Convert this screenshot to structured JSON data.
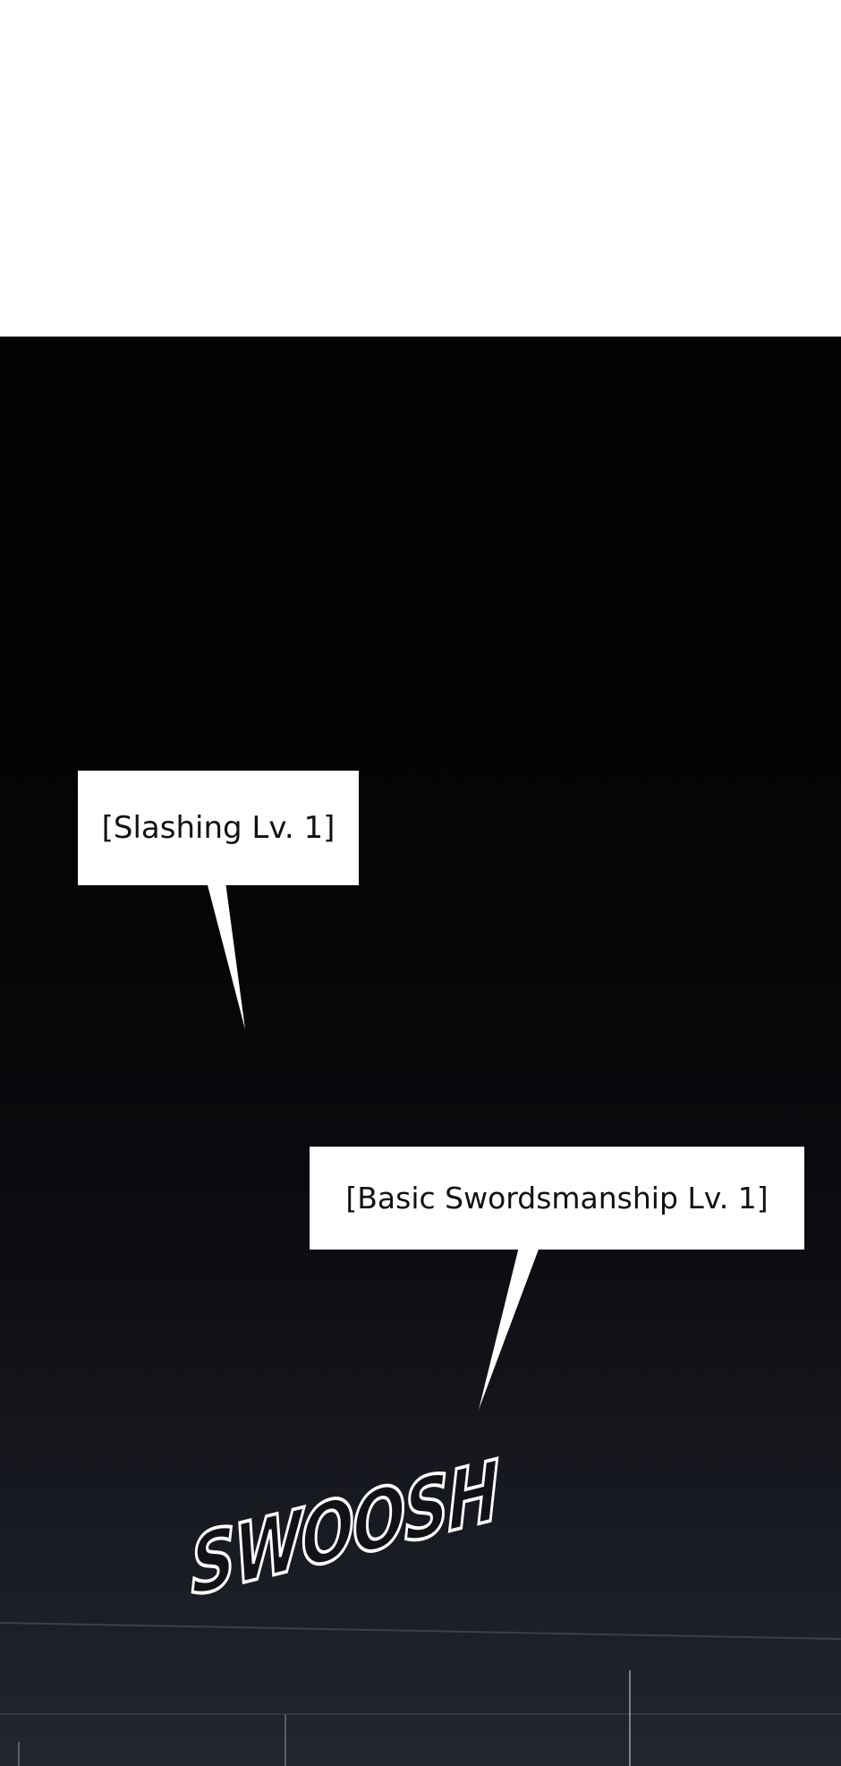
{
  "panel": {
    "bubble_1": "[Slashing Lv. 1]",
    "bubble_2": "[Basic Swordsmanship Lv. 1]",
    "sound_effect": "SWOOSH"
  }
}
